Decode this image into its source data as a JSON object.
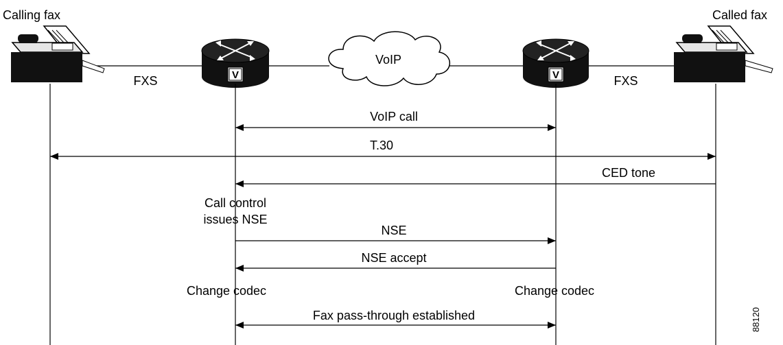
{
  "labels": {
    "calling_fax": "Calling fax",
    "called_fax": "Called fax",
    "fxs_left": "FXS",
    "fxs_right": "FXS",
    "cloud": "VoIP",
    "router_badge": "V",
    "call_control": [
      "Call control",
      "issues NSE"
    ],
    "change_codec_left": "Change codec",
    "change_codec_right": "Change codec",
    "figure_id": "88120"
  },
  "messages": [
    {
      "label": "VoIP call",
      "from": "gateway-a",
      "to": "gateway-b",
      "direction": "both"
    },
    {
      "label": "T.30",
      "from": "calling-fax",
      "to": "called-fax",
      "direction": "both"
    },
    {
      "label": "CED tone",
      "from": "called-fax",
      "to": "gateway-a",
      "direction": "left"
    },
    {
      "label": "NSE",
      "from": "gateway-a",
      "to": "gateway-b",
      "direction": "right"
    },
    {
      "label": "NSE accept",
      "from": "gateway-b",
      "to": "gateway-a",
      "direction": "left"
    },
    {
      "label": "Fax pass-through established",
      "from": "gateway-a",
      "to": "gateway-b",
      "direction": "both"
    }
  ]
}
